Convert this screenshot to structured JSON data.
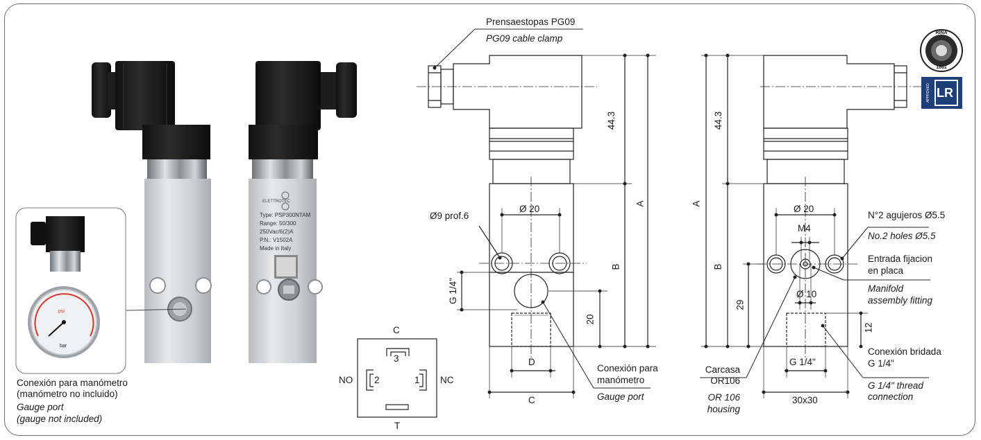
{
  "product_label": {
    "type": "Type: PSP300NTAM",
    "range": "Range: 50/300",
    "rating": "250Vac/6(2)A",
    "pn": "P.N.:   V1502A",
    "made": "Made in Italy",
    "brand": "ELETTROTEC"
  },
  "gauge": {
    "unit_psi": "psi",
    "unit_bar": "bar"
  },
  "gauge_port_caption": {
    "es_line1": "Conexión para manómetro",
    "es_line2": "(manómetro no incluido)",
    "en_line1": "Gauge port",
    "en_line2": "(gauge not included)"
  },
  "connector": {
    "pin_c": "C",
    "pin_3": "3",
    "pin_no": "NO",
    "pin_2": "2",
    "pin_1": "1",
    "pin_nc": "NC",
    "pin_t": "T"
  },
  "front_view": {
    "cable_clamp_es": "Prensaestopas PG09",
    "cable_clamp_en": "PG09 cable clamp",
    "dim_443": "44.3",
    "dim_a": "A",
    "dim_b": "B",
    "dim_20": "20",
    "bore": "Ø9 prof.6",
    "phi20": "Ø 20",
    "thread": "G 1/4\"",
    "dim_d": "D",
    "dim_c": "C",
    "gauge_conn_es1": "Conexión para",
    "gauge_conn_es2": "manómetro",
    "gauge_conn_en": "Gauge port"
  },
  "side_view": {
    "dim_a": "A",
    "dim_443": "44.3",
    "dim_b": "B",
    "dim_29": "29",
    "phi20": "Ø 20",
    "m4": "M4",
    "phi10": "Ø 10",
    "dim_12": "12",
    "thread": "G 1/4\"",
    "size": "30x30",
    "holes_es": "N°2 agujeros Ø5.5",
    "holes_en": "No.2 holes Ø5.5",
    "manifold_es1": "Entrada fijacion",
    "manifold_es2": "en placa",
    "manifold_en1": "Manifold",
    "manifold_en2": "assembly fitting",
    "flange_es1": "Conexión bridada",
    "flange_es2": "G 1/4\"",
    "flange_en1": "G 1/4\" thread",
    "flange_en2": "connection",
    "housing_es1": "Carcasa",
    "housing_es2": "OR106",
    "housing_en1": "OR 106",
    "housing_en2": "housing"
  },
  "certifications": {
    "rina_top": "RINA",
    "rina_bottom": "1861",
    "lr_approved": "APPROVED",
    "lr_mark": "LR"
  }
}
